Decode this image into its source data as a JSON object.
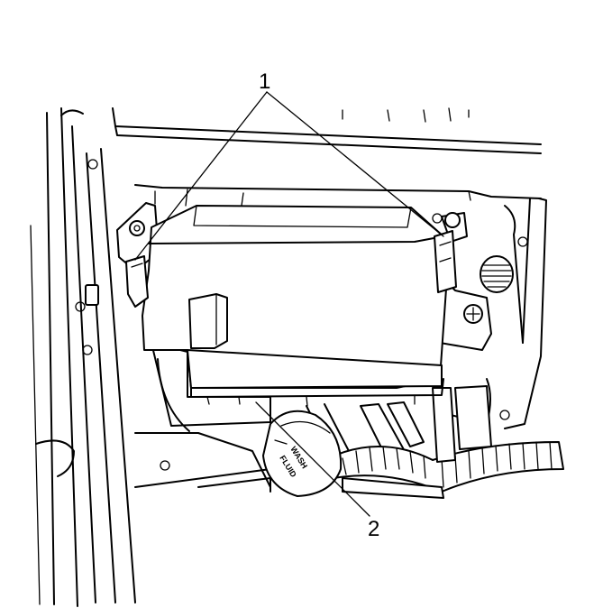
{
  "callouts": {
    "one": "1",
    "two": "2"
  },
  "reservoir_cap": {
    "line1": "WASH",
    "line2": "FLUID"
  },
  "colors": {
    "line": "#000000",
    "background": "#ffffff"
  }
}
